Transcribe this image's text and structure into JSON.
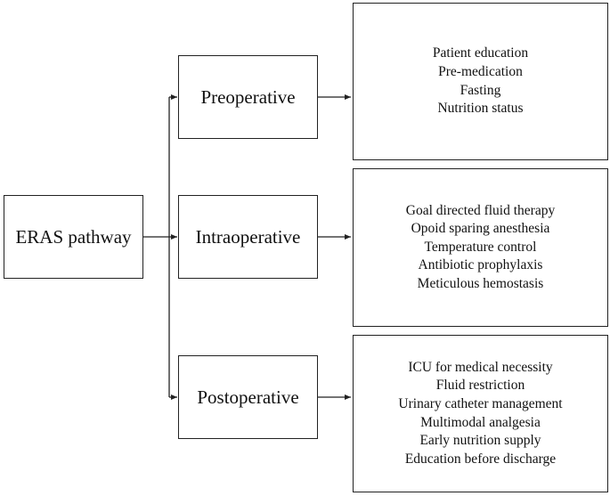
{
  "root": {
    "label": "ERAS pathway"
  },
  "stages": [
    {
      "label": "Preoperative",
      "items": [
        "Patient education",
        "Pre-medication",
        "Fasting",
        "Nutrition status"
      ]
    },
    {
      "label": "Intraoperative",
      "items": [
        "Goal directed fluid therapy",
        "Opoid sparing anesthesia",
        "Temperature control",
        "Antibiotic prophylaxis",
        "Meticulous hemostasis"
      ]
    },
    {
      "label": "Postoperative",
      "items": [
        "ICU for medical necessity",
        "Fluid restriction",
        "Urinary catheter management",
        "Multimodal analgesia",
        "Early nutrition supply",
        "Education before discharge"
      ]
    }
  ]
}
